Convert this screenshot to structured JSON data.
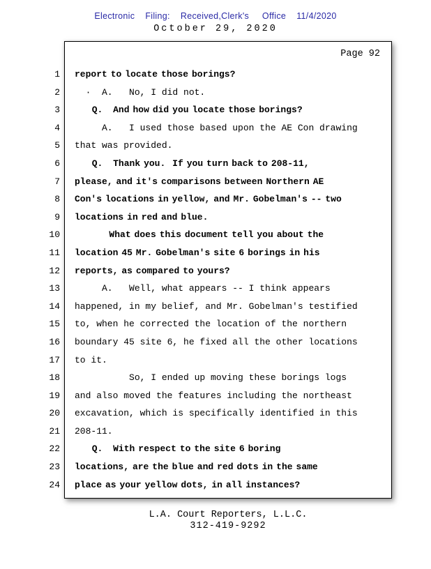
{
  "header": {
    "efiling": "Electronic    Filing:    Received,Clerk's     Office    11/4/2020",
    "date": "October 29, 2020"
  },
  "page": {
    "page_label": "Page 92",
    "lines": [
      {
        "num": "1",
        "bold": true,
        "text": "report to locate those borings?"
      },
      {
        "num": "2",
        "bold": false,
        "text": "  ·  A.   No, I did not."
      },
      {
        "num": "3",
        "bold": true,
        "text": "     Q.   And how did you locate those borings?"
      },
      {
        "num": "4",
        "bold": false,
        "text": "     A.   I used those based upon the AE Con drawing"
      },
      {
        "num": "5",
        "bold": false,
        "text": "that was provided."
      },
      {
        "num": "6",
        "bold": true,
        "text": "     Q.   Thank you.  If you turn back to 208-11,"
      },
      {
        "num": "7",
        "bold": true,
        "text": "please, and it's comparisons between Northern AE"
      },
      {
        "num": "8",
        "bold": true,
        "text": "Con's locations in yellow, and Mr. Gobelman's -- two"
      },
      {
        "num": "9",
        "bold": true,
        "text": "locations in red and blue."
      },
      {
        "num": "10",
        "bold": true,
        "text": "          What does this document tell you about the"
      },
      {
        "num": "11",
        "bold": true,
        "text": "location 45 Mr. Gobelman's site 6 borings in his"
      },
      {
        "num": "12",
        "bold": true,
        "text": "reports, as compared to yours?"
      },
      {
        "num": "13",
        "bold": false,
        "text": "     A.   Well, what appears -- I think appears"
      },
      {
        "num": "14",
        "bold": false,
        "text": "happened, in my belief, and Mr. Gobelman's testified"
      },
      {
        "num": "15",
        "bold": false,
        "text": "to, when he corrected the location of the northern"
      },
      {
        "num": "16",
        "bold": false,
        "text": "boundary 45 site 6, he fixed all the other locations"
      },
      {
        "num": "17",
        "bold": false,
        "text": "to it."
      },
      {
        "num": "18",
        "bold": false,
        "text": "          So, I ended up moving these borings logs"
      },
      {
        "num": "19",
        "bold": false,
        "text": "and also moved the features including the northeast"
      },
      {
        "num": "20",
        "bold": false,
        "text": "excavation, which is specifically identified in this"
      },
      {
        "num": "21",
        "bold": false,
        "text": "208-11."
      },
      {
        "num": "22",
        "bold": true,
        "text": "     Q.   With respect to the site 6 boring"
      },
      {
        "num": "23",
        "bold": true,
        "text": "locations, are the blue and red dots in the same"
      },
      {
        "num": "24",
        "bold": true,
        "text": "place as your yellow dots, in all instances?"
      }
    ]
  },
  "footer": {
    "company": "L.A. Court Reporters, L.L.C.",
    "phone": "312-419-9292"
  },
  "colors": {
    "stamp_blue": "#2a2aa6",
    "text_black": "#000000",
    "page_background": "#ffffff"
  }
}
